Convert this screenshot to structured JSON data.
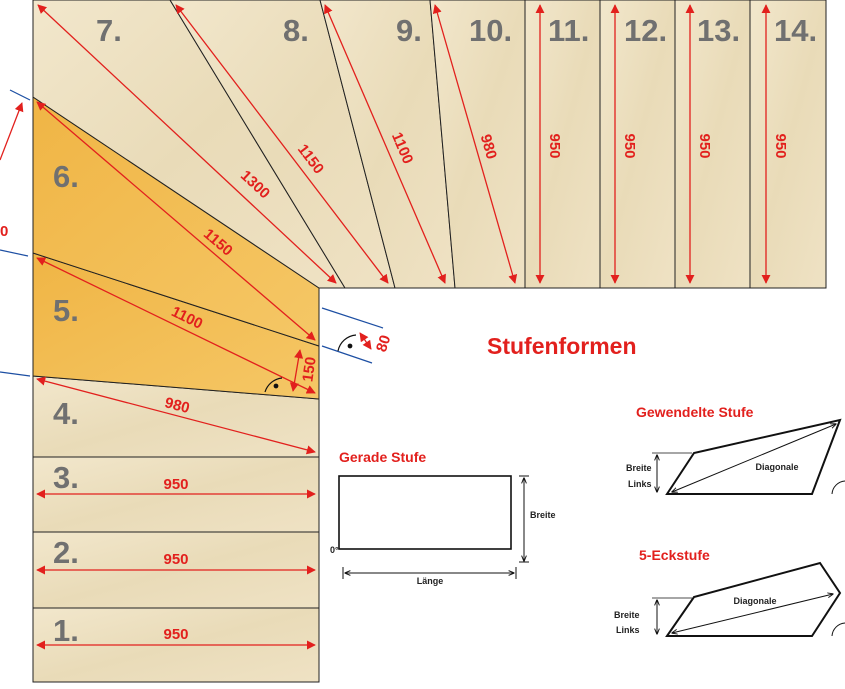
{
  "heading": "Stufenformen",
  "steps": [
    {
      "number": "1.",
      "dimension": "950"
    },
    {
      "number": "2.",
      "dimension": "950"
    },
    {
      "number": "3.",
      "dimension": "950"
    },
    {
      "number": "4.",
      "dimension": "980"
    },
    {
      "number": "5.",
      "dimension": "1100"
    },
    {
      "number": "6.",
      "dimension": "1150"
    },
    {
      "number": "7.",
      "dimension": "1300"
    },
    {
      "number": "8.",
      "dimension": "1150"
    },
    {
      "number": "9.",
      "dimension": "1100"
    },
    {
      "number": "10.",
      "dimension": "980"
    },
    {
      "number": "11.",
      "dimension": "950"
    },
    {
      "number": "12.",
      "dimension": "950"
    },
    {
      "number": "13.",
      "dimension": "950"
    },
    {
      "number": "14.",
      "dimension": "950"
    }
  ],
  "corner_dimensions": {
    "depth": "150",
    "offset": "80"
  },
  "gerade": {
    "title": "Gerade Stufe",
    "width_label": "Breite",
    "length_label": "Länge",
    "angle_label": "0°"
  },
  "gewendelt": {
    "title": "Gewendelte Stufe",
    "width_label_1": "Breite",
    "width_label_2": "Links",
    "diagonal_label": "Diagonale"
  },
  "eck": {
    "title": "5-Eckstufe",
    "width_label_1": "Breite",
    "width_label_2": "Links",
    "diagonal_label": "Diagonale"
  },
  "colors": {
    "highlight": "#f2b84b",
    "wood": "#efe2c2",
    "dimension": "#e2201d",
    "guide": "#1d4fa3",
    "number": "#707070"
  }
}
